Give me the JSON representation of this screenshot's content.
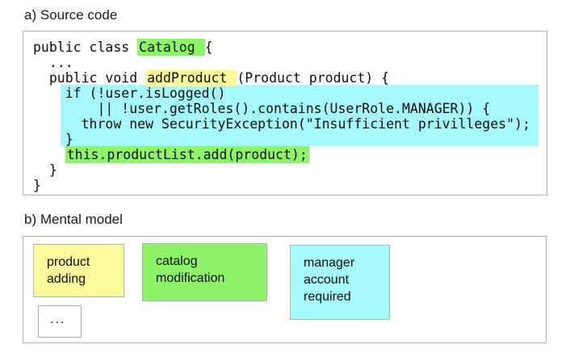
{
  "figure": {
    "panel_a_label": "a) Source code",
    "panel_b_label": "b) Mental model"
  },
  "code": {
    "lines": [
      {
        "block": false,
        "segments": [
          {
            "t": "public class ",
            "h": ""
          },
          {
            "t": "Catalog ",
            "h": "green"
          },
          {
            "t": "{",
            "h": ""
          }
        ]
      },
      {
        "block": false,
        "segments": [
          {
            "t": "  ...",
            "h": ""
          }
        ]
      },
      {
        "block": false,
        "segments": [
          {
            "t": "  public void ",
            "h": ""
          },
          {
            "t": "addProduct ",
            "h": "yellow"
          },
          {
            "t": "(Product product) {",
            "h": ""
          }
        ]
      },
      {
        "block": true,
        "segments": [
          {
            "t": "    if (!user.isLogged()",
            "h": ""
          }
        ]
      },
      {
        "block": true,
        "segments": [
          {
            "t": "        || !user.getRoles().contains(UserRole.MANAGER)) {",
            "h": ""
          }
        ]
      },
      {
        "block": true,
        "segments": [
          {
            "t": "      throw new SecurityException(\"Insufficient privilleges\");",
            "h": ""
          }
        ]
      },
      {
        "block": true,
        "segments": [
          {
            "t": "    }",
            "h": ""
          }
        ]
      },
      {
        "block": false,
        "segments": [
          {
            "t": "    ",
            "h": ""
          },
          {
            "t": "this.productList.add(product);",
            "h": "green"
          }
        ]
      },
      {
        "block": false,
        "segments": [
          {
            "t": "  }",
            "h": ""
          }
        ]
      },
      {
        "block": false,
        "segments": [
          {
            "t": "}",
            "h": ""
          }
        ]
      }
    ]
  },
  "mental_model": {
    "boxes": [
      {
        "label": "product\nadding",
        "color": "yellow"
      },
      {
        "label": "catalog\nmodification",
        "color": "green"
      },
      {
        "label": "manager\naccount\nrequired",
        "color": "cyan"
      },
      {
        "label": "...",
        "color": "white"
      }
    ]
  },
  "colors": {
    "yellow": "#fafa9b",
    "green": "#8df469",
    "cyan": "#a5f8fb",
    "white": "#ffffff",
    "border_gray": "#b2b2b2",
    "text": "#111111"
  }
}
